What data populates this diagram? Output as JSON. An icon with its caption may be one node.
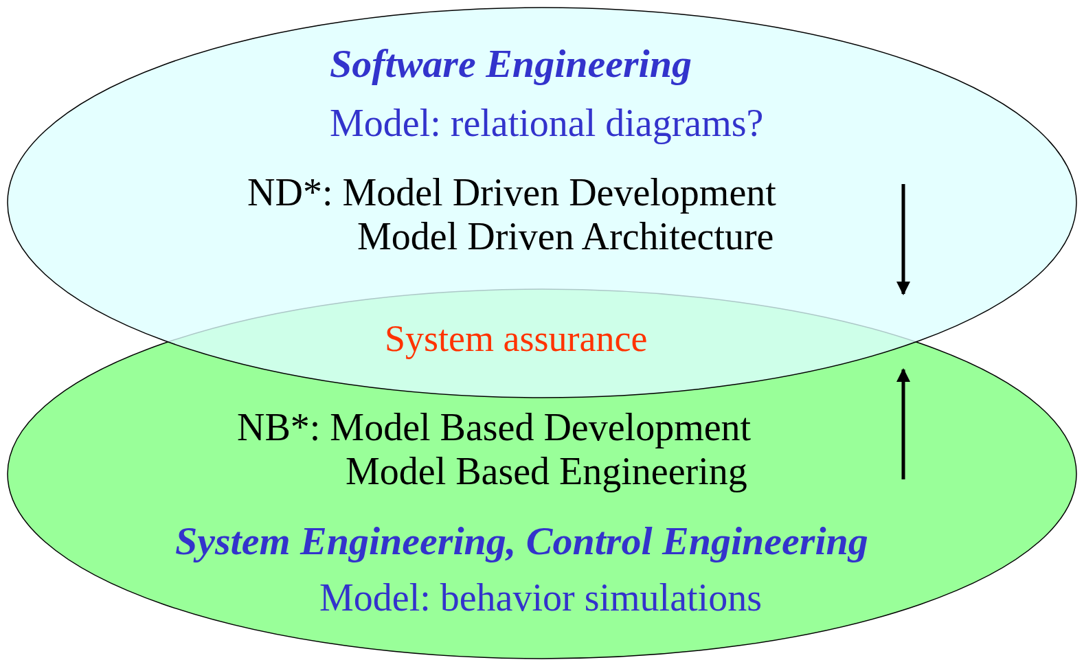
{
  "diagram": {
    "nodes": [
      {
        "text": [
          "Software Engineering",
          "Model: relational diagrams?",
          "ND*: Model Driven Development Model Driven Architecture"
        ]
      },
      {
        "text": [
          "NB*: Model Based Development Model Based Engineering",
          "System Engineering, Control Engineering",
          "Model: behavior simulations"
        ]
      },
      {
        "text": [
          "System assurance"
        ]
      }
    ]
  }
}
